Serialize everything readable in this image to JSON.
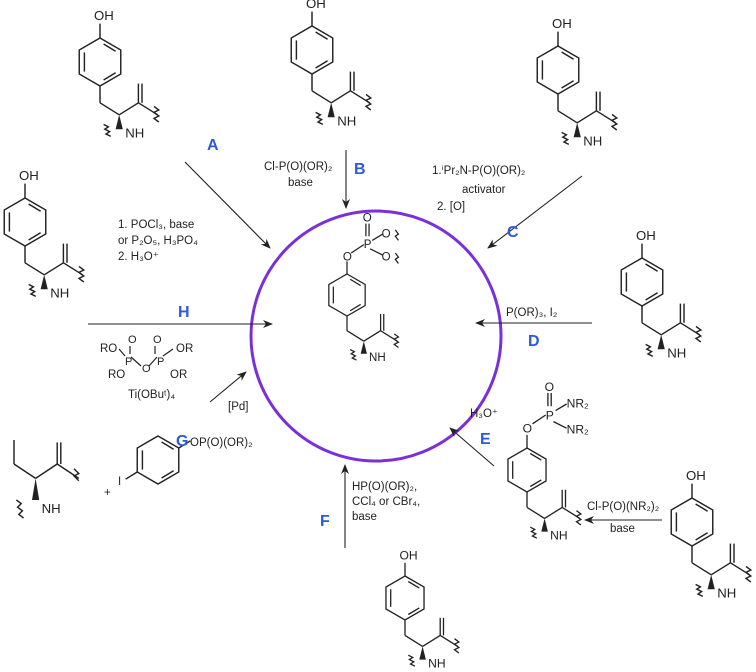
{
  "title": "Routes to phosphotyrosine",
  "atoms": {
    "oh": "OH",
    "nh": "NH",
    "o": "O",
    "p": "P",
    "nr2": "NR₂"
  },
  "routes": [
    {
      "label": "A",
      "conditions": [
        "1. POCl₃, base",
        "or P₂O₅, H₃PO₄",
        "2. H₃O⁺"
      ]
    },
    {
      "label": "B",
      "conditions": [
        "Cl-P(O)(OR)₂",
        "base"
      ]
    },
    {
      "label": "C",
      "conditions": [
        "1.ⁱPr₂N-P(O)(OR)₂",
        "activator",
        "2. [O]"
      ]
    },
    {
      "label": "D",
      "conditions": [
        "P(OR)₃, I₂"
      ]
    },
    {
      "label": "E",
      "conditions": [
        "H₃O⁺"
      ]
    },
    {
      "label": "F",
      "conditions": [
        "HP(O)(OR)₂,",
        "CCl₄ or CBr₄,",
        "base"
      ]
    },
    {
      "label": "G",
      "conditions": [
        "[Pd]"
      ]
    },
    {
      "label": "H",
      "conditions": [
        "Ti(OBuᵗ)₄"
      ]
    }
  ],
  "reagents": {
    "pyrophosphate": {
      "ro1": "RO",
      "ro2": "RO",
      "or1": "OR",
      "or2": "OR"
    },
    "aryl_iodide": {
      "substituent": "OP(O)(OR)₂",
      "iodo": "I",
      "plus": "+"
    },
    "amidate_step": [
      "Cl-P(O)(NR₂)₂",
      "base"
    ]
  },
  "colors": {
    "circle": "#7a2fd8",
    "label": "#2b5bd7"
  }
}
